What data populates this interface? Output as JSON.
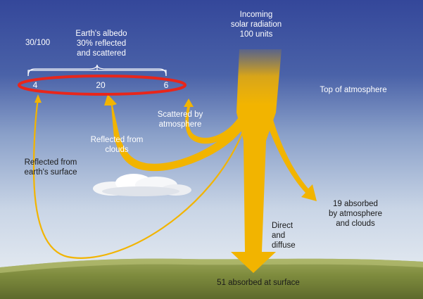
{
  "incoming": {
    "line1": "Incoming",
    "line2": "solar radiation",
    "line3": "100 units"
  },
  "albedo": {
    "ratio": "30/100",
    "line1": "Earth's albedo",
    "line2": "30% reflected",
    "line3": "and scattered",
    "values": [
      "4",
      "20",
      "6"
    ]
  },
  "top_of_atmosphere": "Top of atmosphere",
  "scattered": {
    "line1": "Scattered by",
    "line2": "atmosphere"
  },
  "reflected_clouds": {
    "line1": "Reflected from",
    "line2": "clouds"
  },
  "reflected_surface": {
    "line1": "Reflected from",
    "line2": "earth's surface"
  },
  "absorbed_atmosphere": {
    "line1": "19 absorbed",
    "line2": "by atmosphere",
    "line3": "and clouds"
  },
  "direct": {
    "line1": "Direct",
    "line2": "and",
    "line3": "diffuse"
  },
  "absorbed_surface": "51 absorbed at surface",
  "colors": {
    "sky_top": "#3a4f97",
    "sky_bottom": "#eef2f6",
    "arrow": "#f2b400",
    "highlight": "#e8261b",
    "ground": "#7d8a3c"
  }
}
